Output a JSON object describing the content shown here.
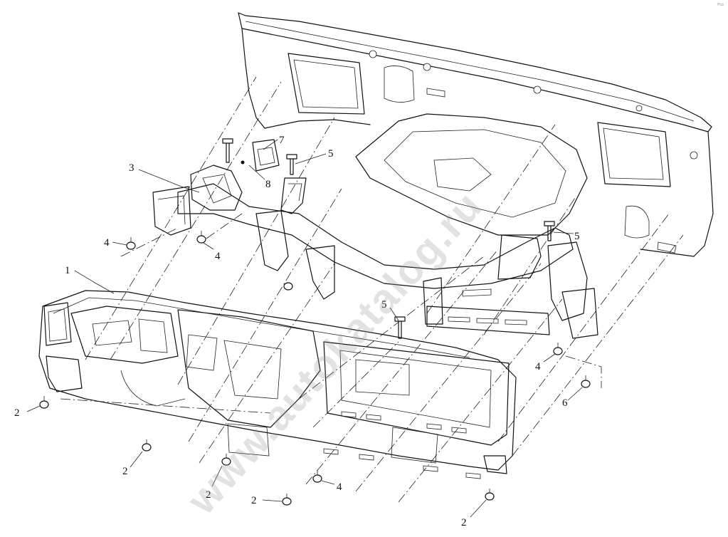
{
  "diagram": {
    "callouts": [
      {
        "id": "c1",
        "text": "1"
      },
      {
        "id": "c2a",
        "text": "2"
      },
      {
        "id": "c2b",
        "text": "2"
      },
      {
        "id": "c2c",
        "text": "2"
      },
      {
        "id": "c2d",
        "text": "2"
      },
      {
        "id": "c2e",
        "text": "2"
      },
      {
        "id": "c3",
        "text": "3"
      },
      {
        "id": "c4a",
        "text": "4"
      },
      {
        "id": "c4b",
        "text": "4"
      },
      {
        "id": "c4c",
        "text": "4"
      },
      {
        "id": "c4d",
        "text": "4"
      },
      {
        "id": "c5a",
        "text": "5"
      },
      {
        "id": "c5b",
        "text": "5"
      },
      {
        "id": "c5c",
        "text": "5"
      },
      {
        "id": "c6",
        "text": "6"
      },
      {
        "id": "c7",
        "text": "7"
      },
      {
        "id": "c8",
        "text": "8"
      }
    ],
    "watermark": "www.autokatalog.ru",
    "corner_mark": "ᵖ═"
  }
}
